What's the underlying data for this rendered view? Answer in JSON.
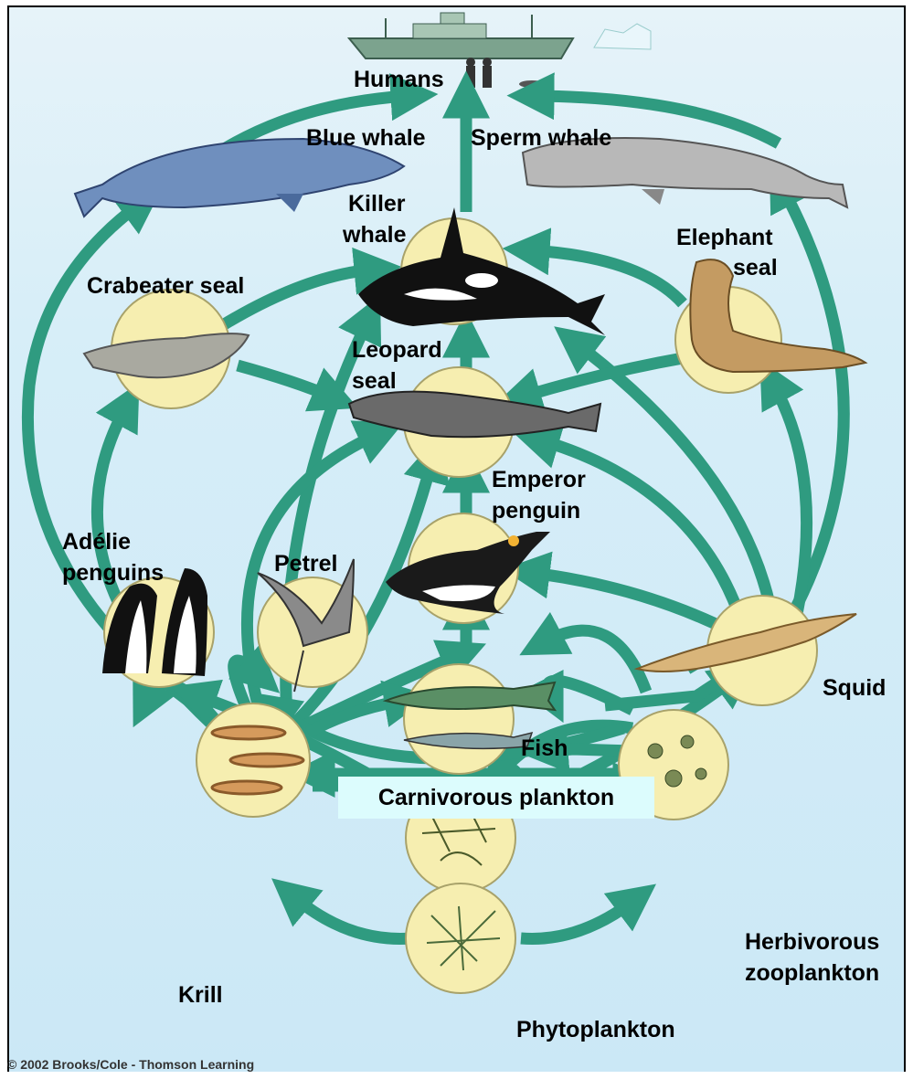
{
  "labels": {
    "humans": "Humans",
    "blue_whale": "Blue whale",
    "sperm_whale": "Sperm whale",
    "killer_whale_1": "Killer",
    "killer_whale_2": "whale",
    "elephant_seal_1": "Elephant",
    "elephant_seal_2": "seal",
    "crabeater_seal": "Crabeater seal",
    "leopard_seal_1": "Leopard",
    "leopard_seal_2": "seal",
    "emperor_penguin_1": "Emperor",
    "emperor_penguin_2": "penguin",
    "adelie_1": "Adélie",
    "adelie_2": "penguins",
    "petrel": "Petrel",
    "squid": "Squid",
    "fish": "Fish",
    "carnivorous_plankton": "Carnivorous plankton",
    "herbivorous_1": "Herbivorous",
    "herbivorous_2": "zooplankton",
    "krill": "Krill",
    "phytoplankton": "Phytoplankton"
  },
  "copyright": "© 2002 Brooks/Cole - Thomson Learning",
  "colors": {
    "arrow": "#2f9b80",
    "node": "#f6eeb0",
    "node_stroke": "#a8a26a",
    "highlight": "#dcfcfd"
  }
}
